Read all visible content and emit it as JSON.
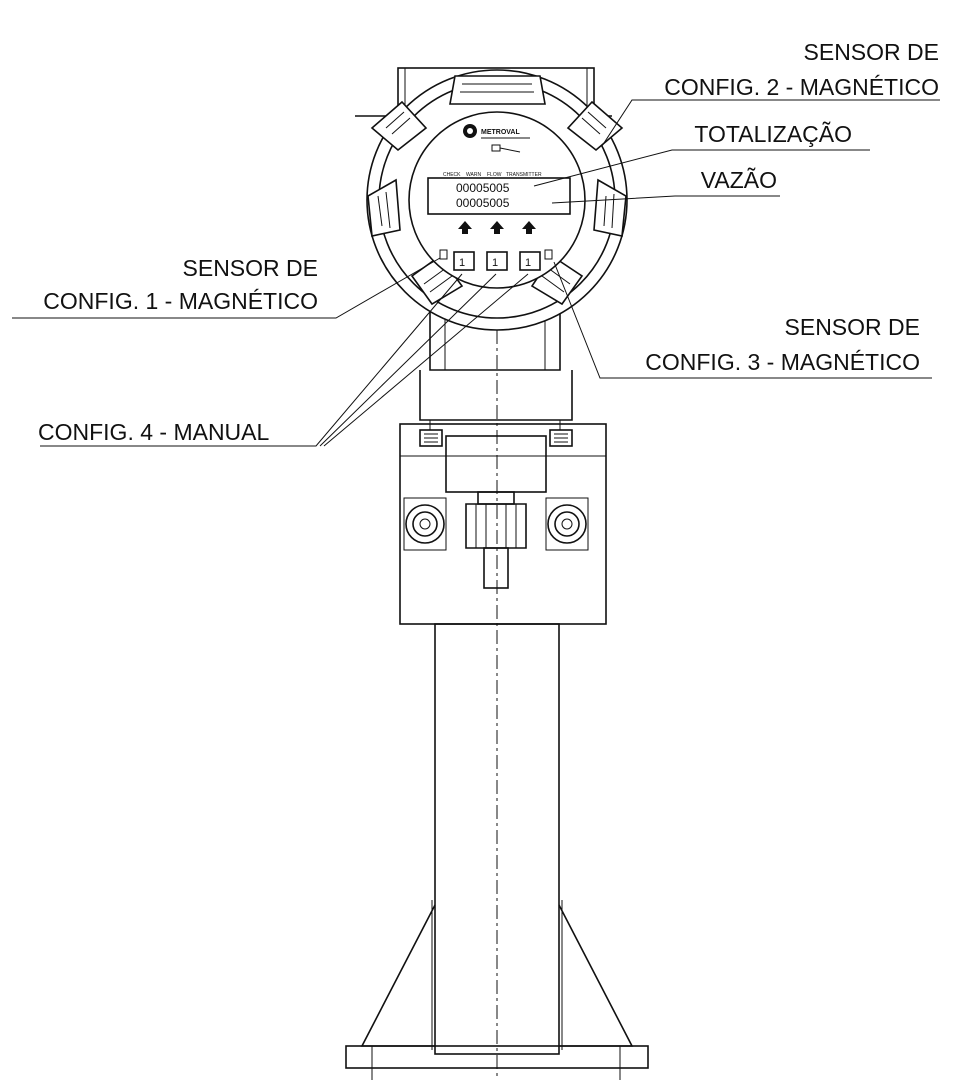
{
  "labels": {
    "sensor2_line1": "SENSOR DE",
    "sensor2_line2": "CONFIG. 2 - MAGNÉTICO",
    "totalization": "TOTALIZAÇÃO",
    "flow": "VAZÃO",
    "sensor1_line1": "SENSOR DE",
    "sensor1_line2": "CONFIG. 1 - MAGNÉTICO",
    "sensor3_line1": "SENSOR DE",
    "sensor3_line2": "CONFIG. 3 - MAGNÉTICO",
    "manual": "CONFIG. 4 - MANUAL"
  },
  "display": {
    "line1": "00005005",
    "line2": "00005005",
    "indicators": [
      "CHECK",
      "WARN",
      "FLOW",
      "TRANSMITTER"
    ]
  },
  "brand": {
    "name": "METROVAL"
  },
  "keys": [
    "1",
    "1",
    "1"
  ]
}
